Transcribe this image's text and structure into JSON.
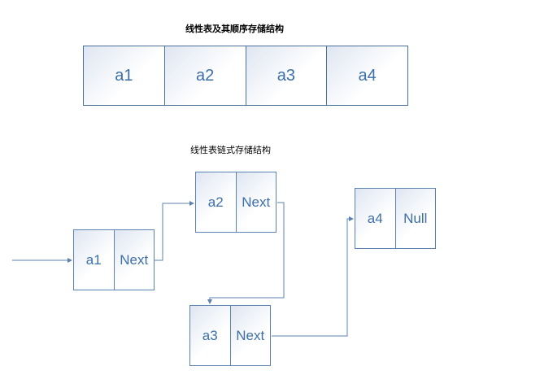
{
  "titles": {
    "sequential": "线性表及其顺序存储结构",
    "linked": "线性表链式存储结构"
  },
  "sequential_cells": [
    "a1",
    "a2",
    "a3",
    "a4"
  ],
  "nodes": [
    {
      "data": "a1",
      "pointer": "Next"
    },
    {
      "data": "a2",
      "pointer": "Next"
    },
    {
      "data": "a3",
      "pointer": "Next"
    },
    {
      "data": "a4",
      "pointer": "Null"
    }
  ],
  "colors": {
    "line": "#5b82b0",
    "text": "#3d6fa8"
  }
}
